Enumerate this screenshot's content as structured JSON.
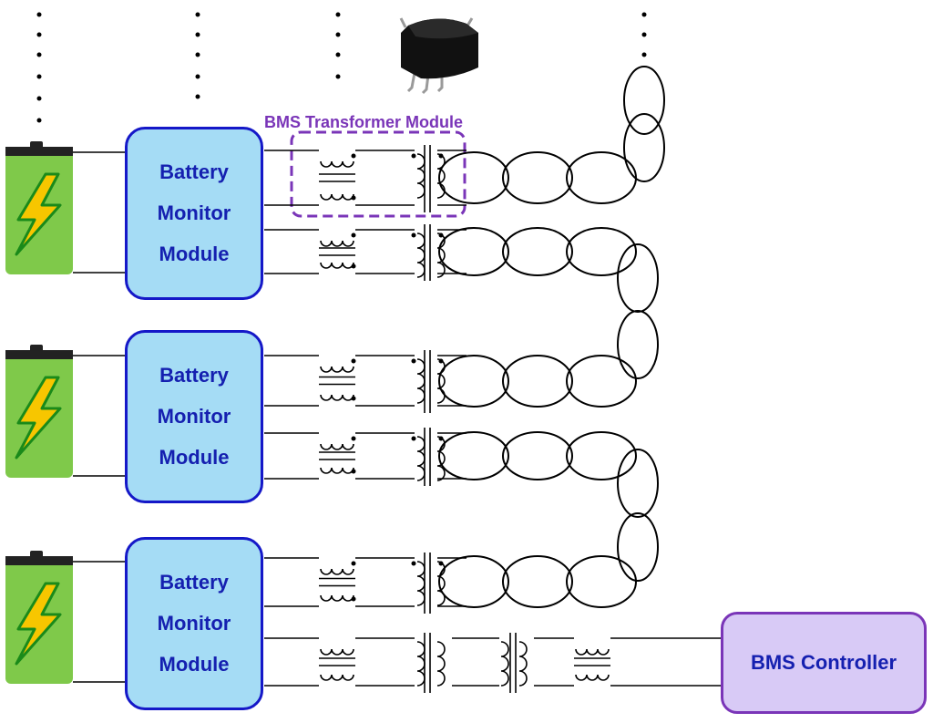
{
  "modules": [
    {
      "lines": [
        "Battery",
        "Monitor",
        "Module"
      ]
    },
    {
      "lines": [
        "Battery",
        "Monitor",
        "Module"
      ]
    },
    {
      "lines": [
        "Battery",
        "Monitor",
        "Module"
      ]
    }
  ],
  "transformer_module_label": "BMS Transformer Module",
  "controller_label": "BMS Controller",
  "colors": {
    "module_fill": "#a5dcf5",
    "module_border": "#1518c8",
    "controller_fill": "#d8caf6",
    "controller_border": "#7a35b8",
    "label_text": "#1520b0",
    "transformer_label": "#7a35b8",
    "battery_body": "#7fc94a",
    "bolt": "#f7c600"
  },
  "icons": [
    "battery-icon",
    "lightning-bolt-icon",
    "transformer-chip-icon",
    "transformer-symbol-icon",
    "twisted-pair-icon"
  ]
}
